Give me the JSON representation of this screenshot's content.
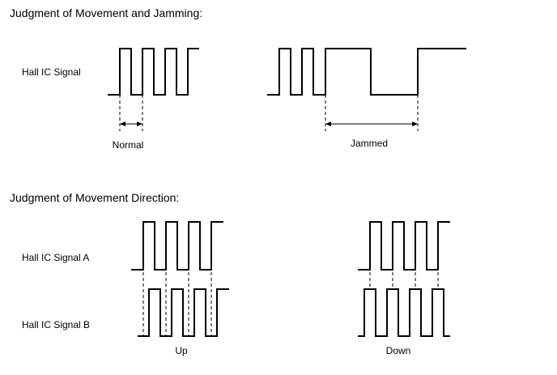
{
  "diagram": {
    "section_jamming": {
      "title": "Judgment of Movement and Jamming:",
      "signal_label": "Hall IC Signal",
      "normal_label": "Normal",
      "jammed_label": "Jammed"
    },
    "section_direction": {
      "title": "Judgment of Movement Direction:",
      "signal_a_label": "Hall IC Signal A",
      "signal_b_label": "Hall IC Signal B",
      "up_label": "Up",
      "down_label": "Down"
    },
    "colors": {
      "line": "#000000",
      "background": "#ffffff"
    }
  }
}
